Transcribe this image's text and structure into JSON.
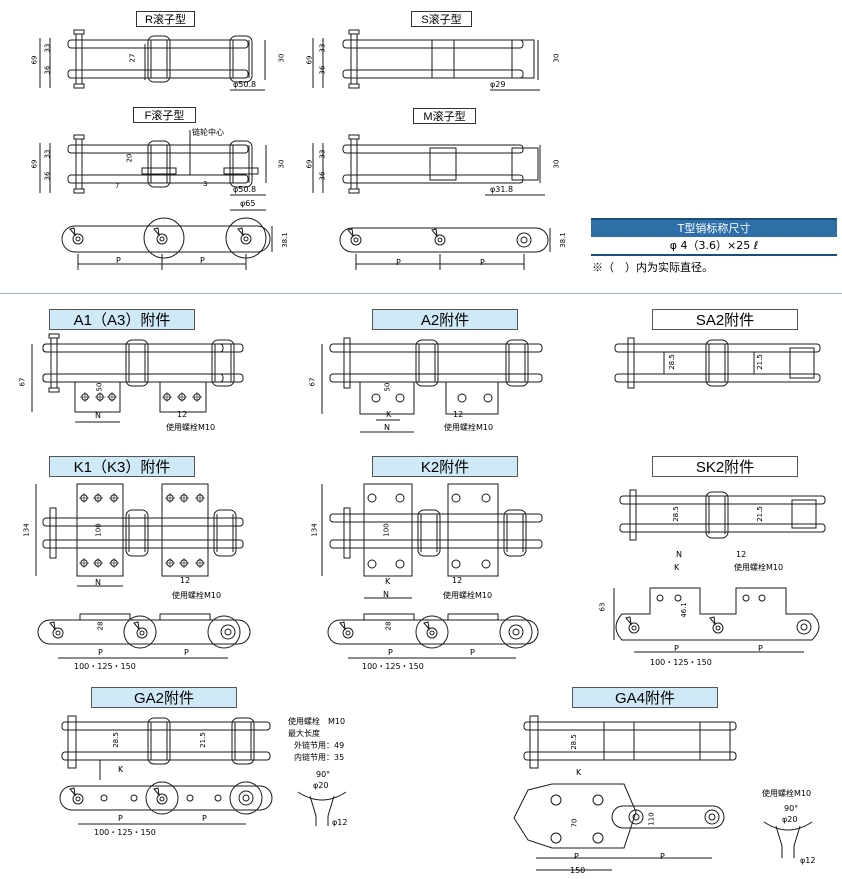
{
  "sections": {
    "r_roller": "R滚子型",
    "s_roller": "S滚子型",
    "f_roller": "F滚子型",
    "m_roller": "M滚子型",
    "a1": "A1（A3）附件",
    "a2": "A2附件",
    "sa2": "SA2附件",
    "k1": "K1（K3）附件",
    "k2": "K2附件",
    "sk2": "SK2附件",
    "ga2": "GA2附件",
    "ga4": "GA4附件"
  },
  "pin_table": {
    "header": "T型销标称尺寸",
    "value": "φ 4（3.6）×25 ℓ",
    "note": "※（　）内为实际直径。"
  },
  "dims": {
    "d33": "33",
    "d36": "36",
    "d69": "69",
    "d27": "27",
    "d30": "30",
    "phi508": "φ50.8",
    "phi29": "φ29",
    "phi65": "φ65",
    "phi318": "φ31.8",
    "d20": "20",
    "d7": "7",
    "d3": "3",
    "sprocket_center": "链轮中心",
    "d381": "38.1",
    "P": "P",
    "d67": "67",
    "d50": "50",
    "N": "N",
    "K": "K",
    "d12": "12",
    "bolt_m10": "使用螺栓M10",
    "d285": "28.5",
    "d215": "21.5",
    "d134": "134",
    "d100": "100",
    "d28": "28",
    "d63": "63",
    "d461": "46.1",
    "pitch_range": "100・125・150",
    "ga2_bolt": "使用螺栓　M10",
    "ga2_maxlen": "最大长度",
    "ga2_outer": "外链节用：49",
    "ga2_inner": "内链节用：35",
    "deg90": "90°",
    "phi20": "φ20",
    "phi12": "φ12",
    "d70": "70",
    "d110": "110",
    "d150": "150"
  },
  "colors": {
    "label_blue": "#cfe9f6",
    "table_header": "#2e6fa8",
    "table_rule": "#1b4e7a",
    "line": "#1a1a1a",
    "divider": "#9bb2c2"
  }
}
